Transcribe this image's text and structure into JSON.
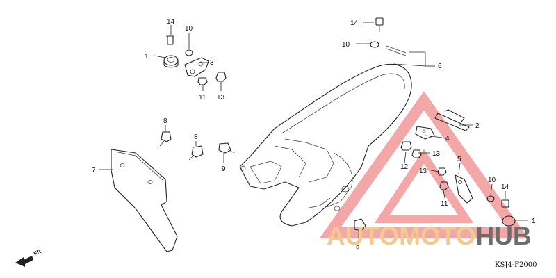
{
  "callouts": {
    "c1a": "1",
    "c14a": "14",
    "c10a": "10",
    "c3": "3",
    "c11a": "11",
    "c13a": "13",
    "c14b": "14",
    "c10b": "10",
    "c6": "6",
    "c2": "2",
    "c4": "4",
    "c13b": "13",
    "c12": "12",
    "c13c": "13",
    "c5": "5",
    "c11b": "11",
    "c10c": "10",
    "c14c": "14",
    "c1b": "1",
    "c8a": "8",
    "c8b": "8",
    "c9a": "9",
    "c7": "7",
    "c9b": "9"
  },
  "diagram_code": "KSJ4-F2000",
  "direction_label": "FR.",
  "watermark": {
    "part1": "AUTO",
    "part2": "MOTO",
    "part3": "HUB",
    "accent_color": "#f2c98f",
    "triangle_color": "#f08a8a",
    "dark_color": "#6d6d6d"
  }
}
